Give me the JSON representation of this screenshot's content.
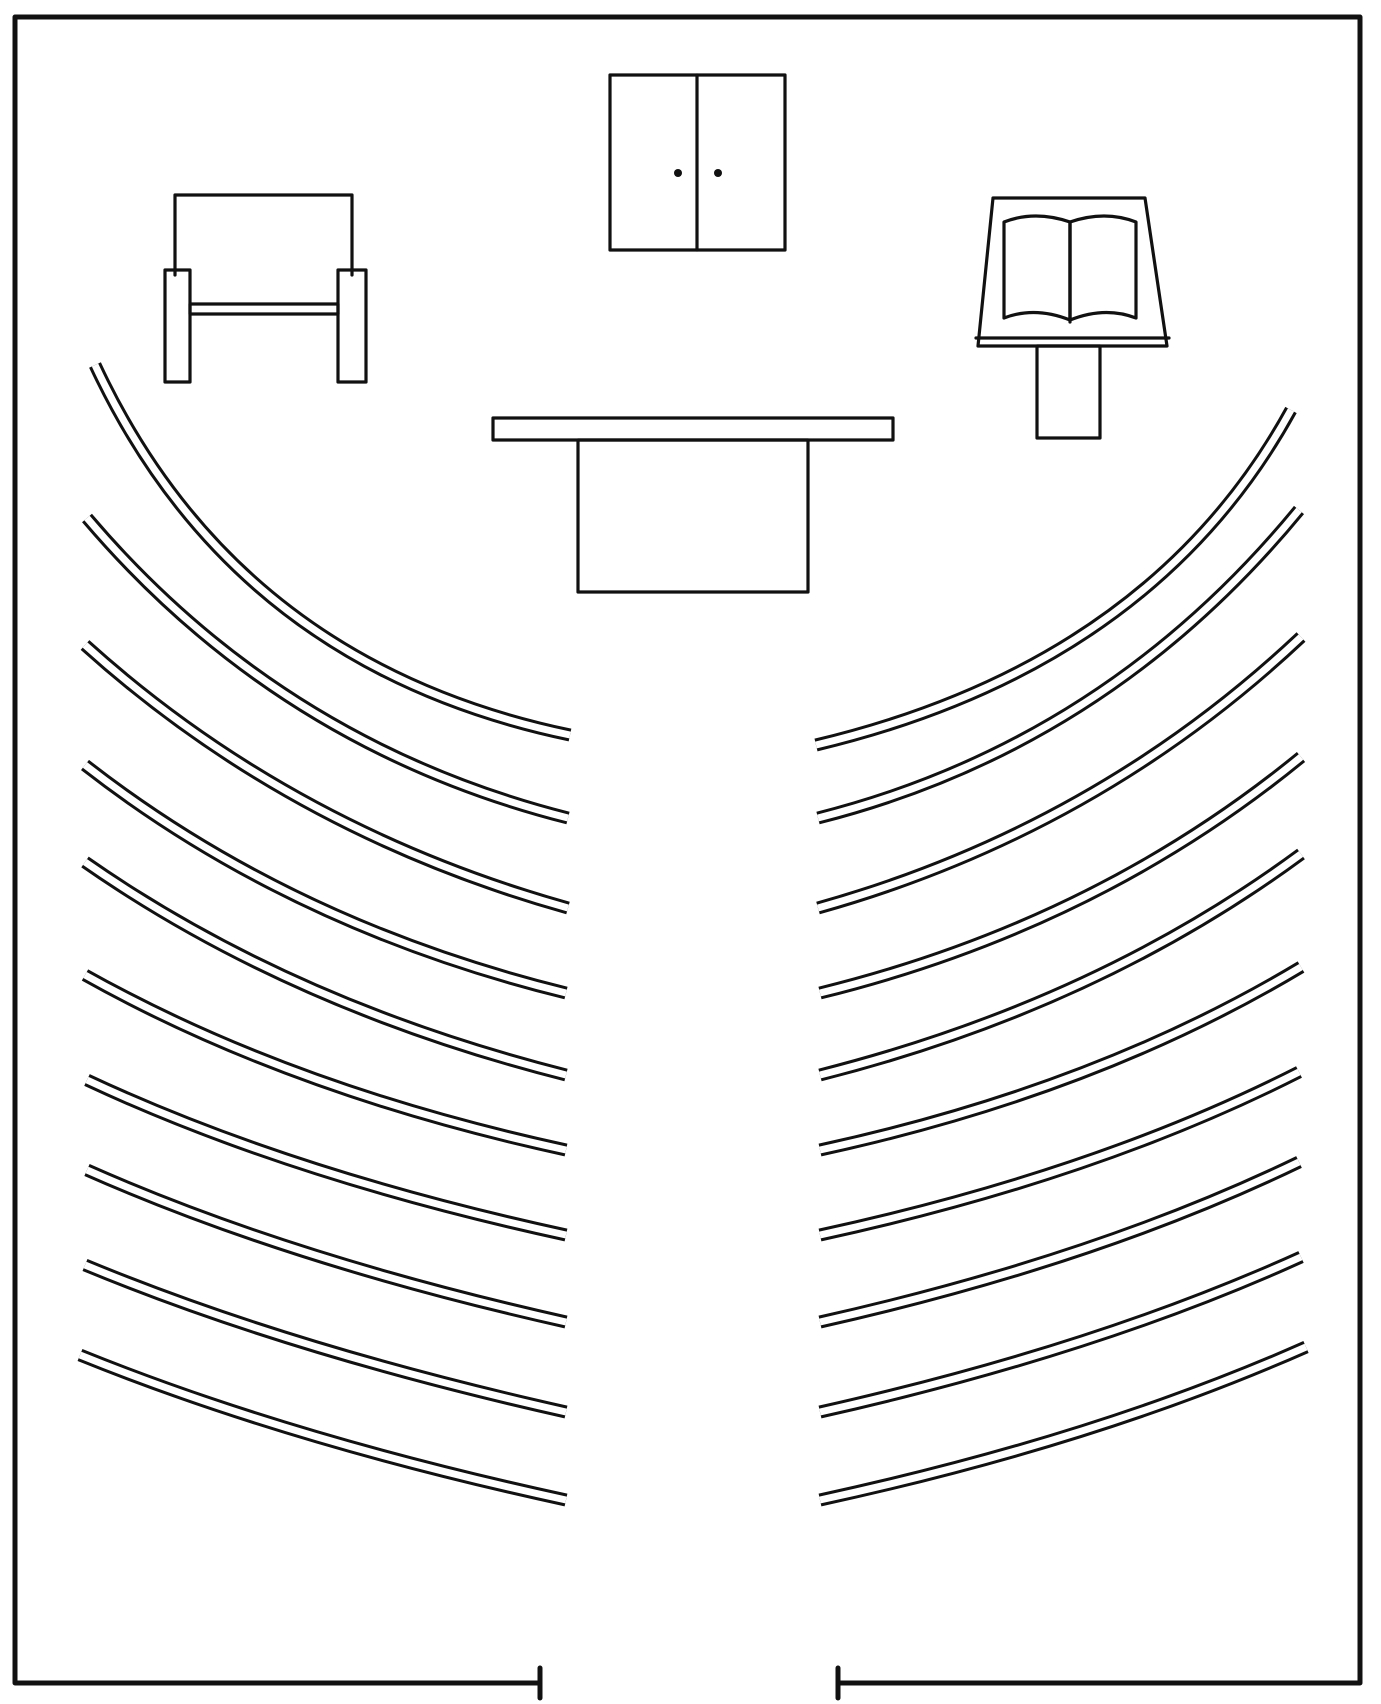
{
  "diagram": {
    "kind": "floor-plan",
    "furniture": [
      "tabernacle",
      "altar",
      "ambo-with-book",
      "presider-chair"
    ],
    "pews": {
      "rows_per_side": 10,
      "sides": [
        "left",
        "right"
      ]
    },
    "aisle": "center",
    "colors": {
      "ink": "#111111",
      "paper": "#ffffff"
    }
  }
}
